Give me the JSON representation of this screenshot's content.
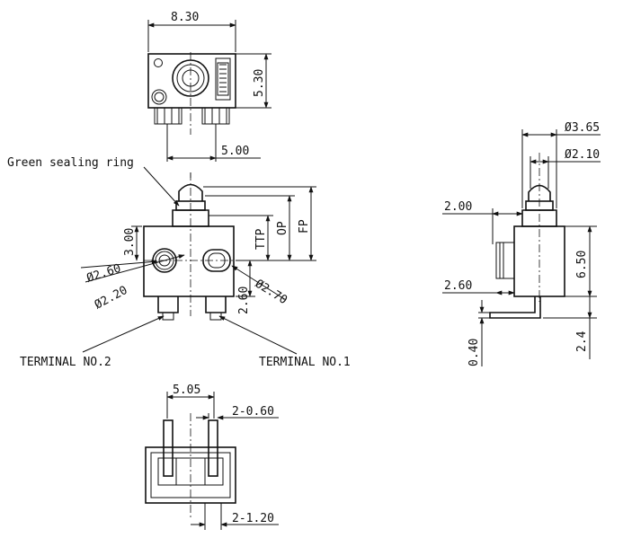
{
  "dimensions": {
    "top_width": "8.30",
    "top_height": "5.30",
    "pin_pitch": "5.00",
    "front_height": "3.00",
    "hole_left_outer": "Ø2.60",
    "hole_left_inner": "Ø2.20",
    "hole_right_height": "2.60",
    "hole_right_dia": "Ø2.70",
    "side_outer_dia": "Ø3.65",
    "side_inner_dia": "Ø2.10",
    "side_offset_top": "2.00",
    "side_offset_bottom": "2.60",
    "side_body_height": "6.50",
    "side_terminal_height": "2.4",
    "side_terminal_thickness": "0.40",
    "bottom_width": "5.05",
    "bottom_pin_thickness": "2-0.60",
    "bottom_pin_width": "2-1.20"
  },
  "labels": {
    "ttp": "TTP",
    "op": "OP",
    "fp": "FP",
    "green_sealing_ring": "Green sealing ring",
    "terminal_no2": "TERMINAL NO.2",
    "terminal_no1": "TERMINAL NO.1"
  }
}
